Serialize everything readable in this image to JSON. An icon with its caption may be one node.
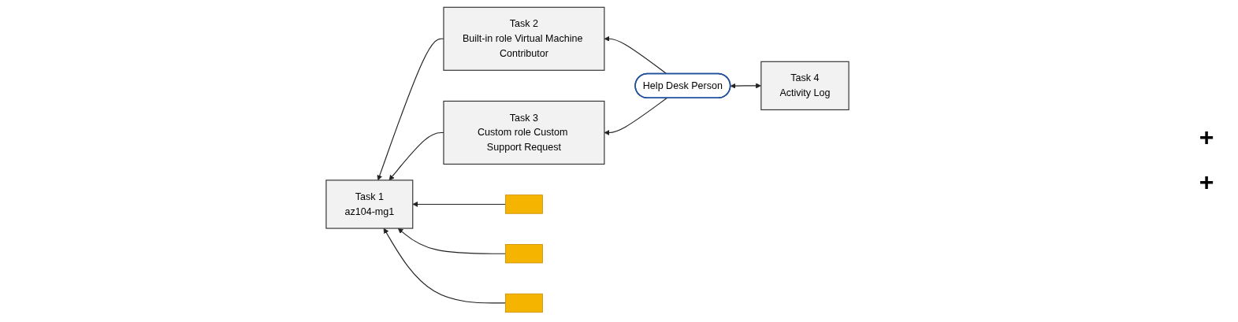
{
  "diagram": {
    "nodes": [
      {
        "text": [
          "Task 1",
          "az104-mg1"
        ]
      },
      {
        "text": [
          "Task 2",
          "Built-in role Virtual Machine Contributor"
        ]
      },
      {
        "text": [
          "Task 3",
          "Custom role Custom Support Request"
        ]
      },
      {
        "text": [
          "Help Desk Person"
        ]
      },
      {
        "text": [
          "Task 4",
          "Activity Log"
        ]
      },
      {
        "text": [],
        "shape": "box"
      },
      {
        "text": [],
        "shape": "box"
      },
      {
        "text": [],
        "shape": "box"
      }
    ],
    "edges": [
      {
        "from": 1,
        "to": 0,
        "arrow": "to"
      },
      {
        "from": 2,
        "to": 0,
        "arrow": "to"
      },
      {
        "from": 3,
        "to": 1,
        "arrow": "to"
      },
      {
        "from": 3,
        "to": 2,
        "arrow": "to"
      },
      {
        "from": 4,
        "to": 3,
        "arrow": "both"
      },
      {
        "from": 5,
        "to": 0,
        "arrow": "to"
      },
      {
        "from": 6,
        "to": 0,
        "arrow": "to"
      },
      {
        "from": 7,
        "to": 0,
        "arrow": "to"
      }
    ],
    "labels": [
      "+",
      "+"
    ]
  }
}
